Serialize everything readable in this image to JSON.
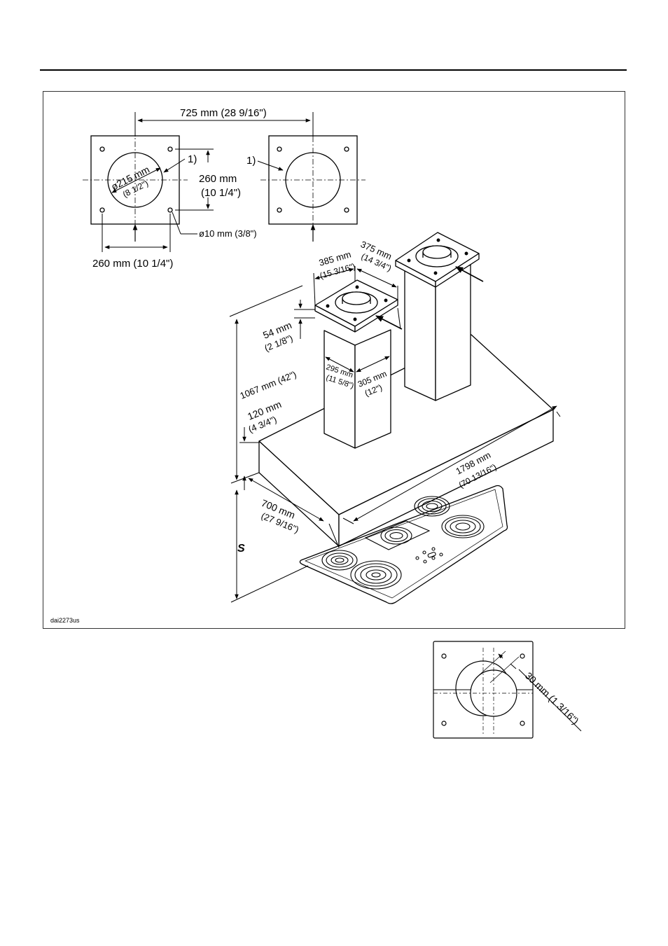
{
  "figure": {
    "code": "dai2273us",
    "plates": {
      "spacing_label": "725 mm (28 9/16\")",
      "duct_diameter": "ø215 mm",
      "duct_diameter_in": "(8 1/2\")",
      "hole_spacing_v": "260 mm",
      "hole_spacing_v_in": "(10 1/4\")",
      "hole_spacing_h": "260 mm (10 1/4\")",
      "hole_diameter": "ø10 mm (3/8\")",
      "note_marker_left": "1)",
      "note_marker_right": "1)"
    },
    "hood": {
      "chimney_width_1": "385 mm",
      "chimney_width_1_in": "(15 3/16\")",
      "chimney_width_2": "375 mm",
      "chimney_width_2_in": "(14 3/4\")",
      "top_plate_height": "54 mm",
      "top_plate_height_in": "(2 1/8\")",
      "total_height": "1067 mm (42\")",
      "body_height": "120 mm",
      "body_height_in": "(4 3/4\")",
      "chimney_depth_1": "295 mm",
      "chimney_depth_1_in": "(11 5/8\")",
      "chimney_depth_2": "305 mm",
      "chimney_depth_2_in": "(12\")",
      "body_length": "1798 mm",
      "body_length_in": "(70 13/16\")",
      "body_depth": "700 mm",
      "body_depth_in": "(27 9/16\")",
      "clearance_symbol": "S"
    },
    "offset": {
      "offset_label": "30 mm (1 3/16\")"
    }
  }
}
